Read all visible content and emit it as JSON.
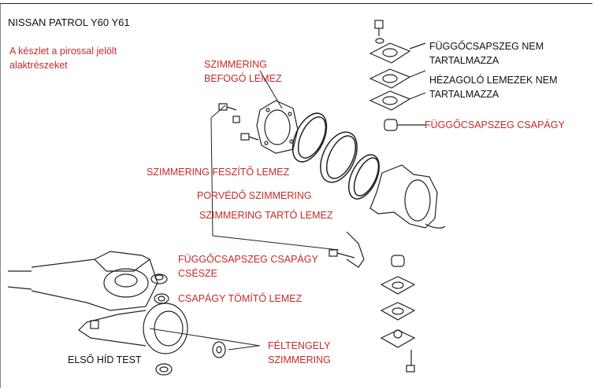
{
  "title": "NISSAN PATROL Y60 Y61",
  "note": [
    "A készlet a pirossal jelölt",
    "alaktrészeket"
  ],
  "colors": {
    "highlight": "#c62a2a",
    "text": "#111111",
    "drawing": "#222222"
  },
  "labels": {
    "seal_retainer_plate": [
      "SZIMMERING",
      "BEFOGÓ LEMEZ"
    ],
    "seal_tension_plate": "SZIMMERING FESZÍTŐ LEMEZ",
    "dust_seal": "PORVÉDŐ SZIMMERING",
    "seal_holder_plate": "SZIMMERING TARTÓ LEMEZ",
    "kingpin_bearing_cup": [
      "FÜGGŐCSAPSZEG CSAPÁGY",
      "CSÉSZE"
    ],
    "bearing_seal_plate": "CSAPÁGY TÖMÍTŐ LEMEZ",
    "axle_shaft_seal": [
      "FÉLTENGELY",
      "SZIMMERING"
    ],
    "front_axle_body": "ELSŐ HÍD TEST",
    "kingpin_not_included": [
      "FÜGGŐCSAPSZEG NEM",
      "TARTALMAZZA"
    ],
    "shims_not_included": [
      "HÉZAGOLÓ LEMEZEK NEM",
      "TARTALMAZZA"
    ],
    "kingpin_bearing": "FÜGGŐCSAPSZEG CSAPÁGY"
  }
}
